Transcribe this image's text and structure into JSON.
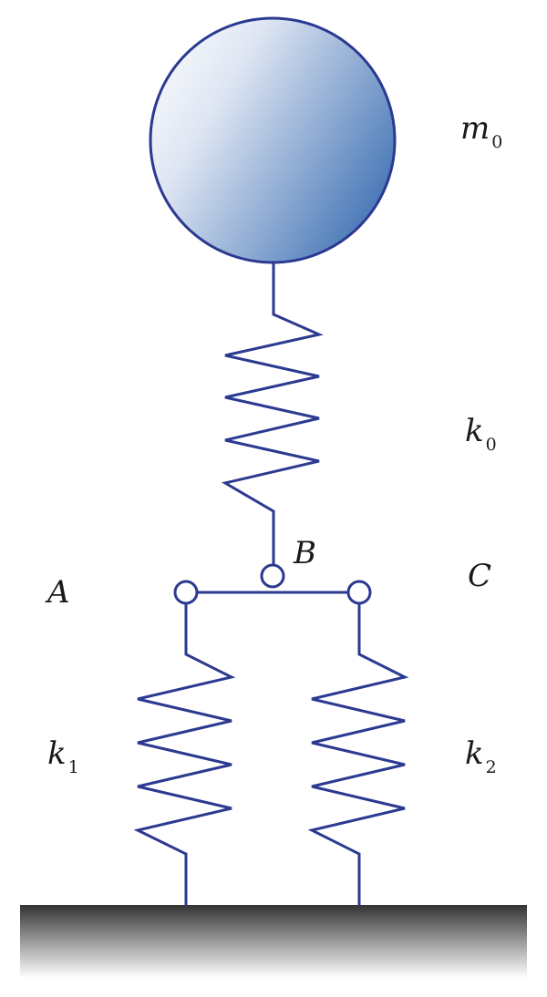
{
  "labels": {
    "m0": {
      "base": "m",
      "sub": "0"
    },
    "k0": {
      "base": "k",
      "sub": "0"
    },
    "k1": {
      "base": "k",
      "sub": "1"
    },
    "k2": {
      "base": "k",
      "sub": "2"
    },
    "A": "A",
    "B": "B",
    "C": "C"
  },
  "colors": {
    "line": "#2b3990",
    "mass_light": "#f3f5fb",
    "mass_dark": "#5f88bf",
    "ground_dark": "#3a3a3a",
    "ground_light": "#ffffff"
  }
}
